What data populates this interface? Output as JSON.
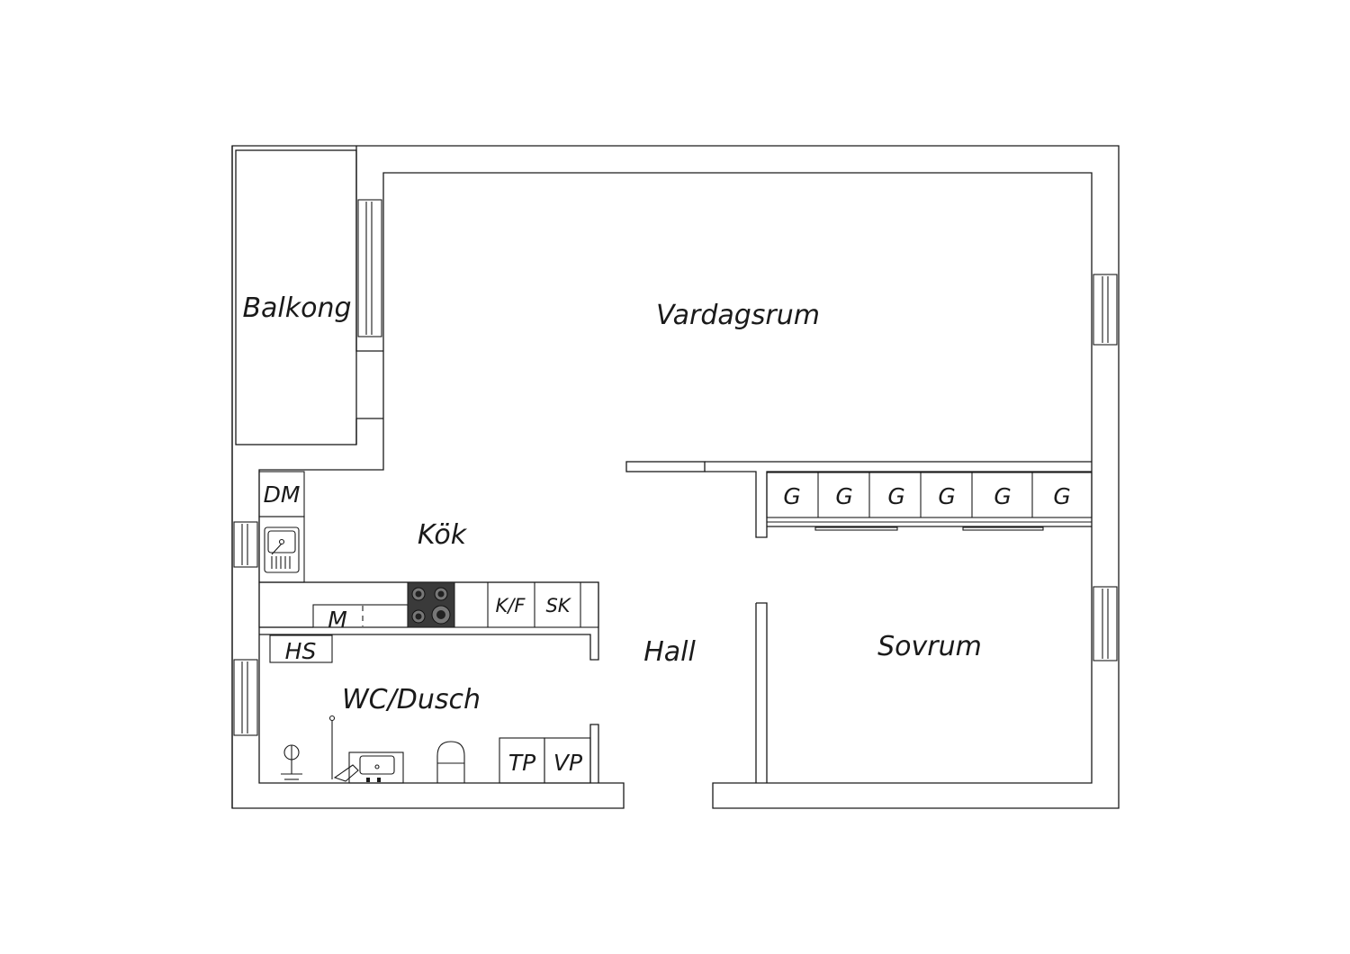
{
  "rooms": {
    "balcony": "Balkong",
    "living": "Vardagsrum",
    "kitchen": "Kök",
    "hall": "Hall",
    "bedroom": "Sovrum",
    "bathroom": "WC/Dusch"
  },
  "fixtures": {
    "dishwasher": "DM",
    "microwave": "M",
    "fridge_freezer": "K/F",
    "cabinet": "SK",
    "hat_shelf": "HS",
    "washer": "TP",
    "dryer": "VP",
    "wardrobe": "G"
  },
  "wardrobe_count": 6,
  "colors": {
    "line": "#1a1a1a",
    "background": "#ffffff",
    "stove": "#3a3a3a"
  }
}
